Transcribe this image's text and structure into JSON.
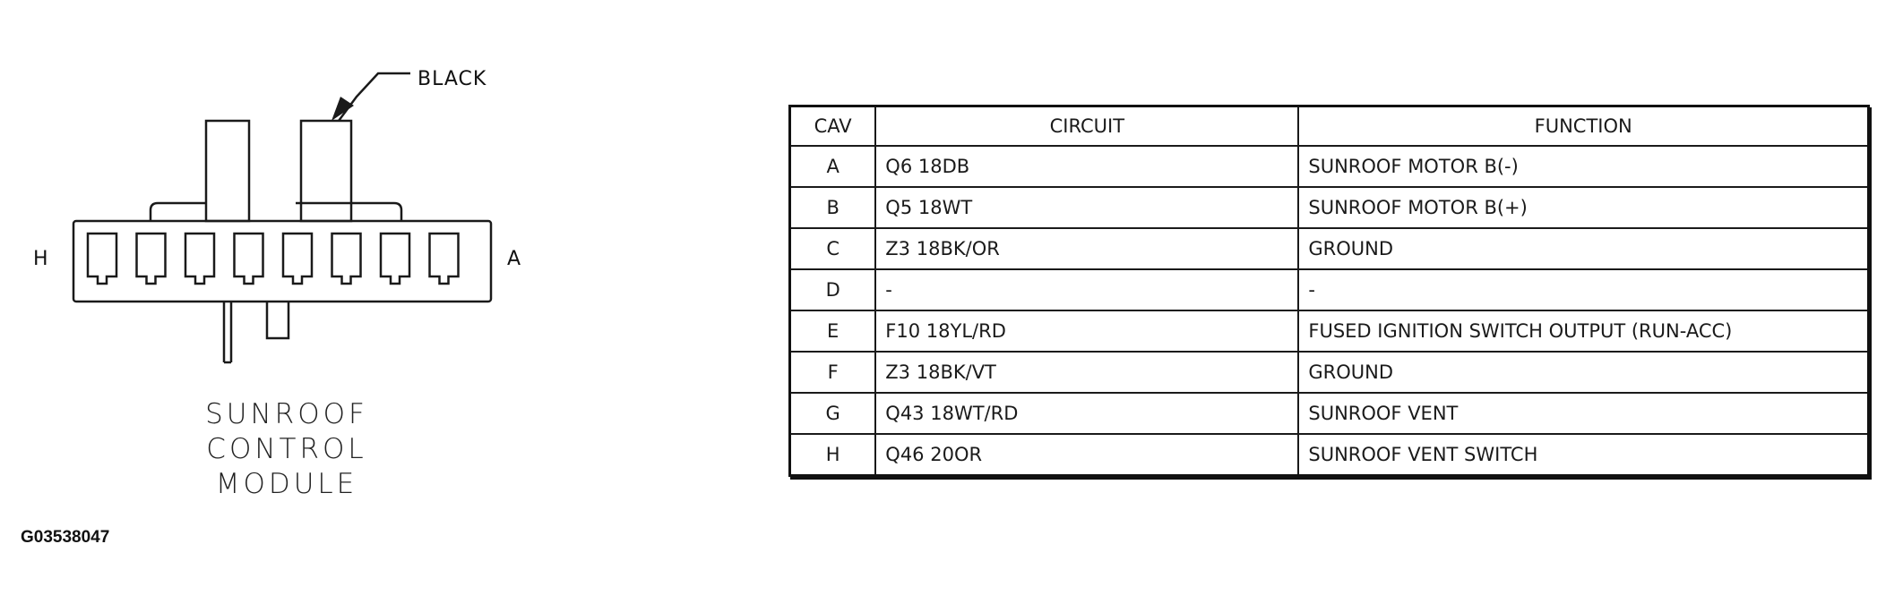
{
  "connector": {
    "wire_color_label": "BLACK",
    "left_end_label": "H",
    "right_end_label": "A",
    "cavity_count": 8
  },
  "module": {
    "name_lines": [
      "SUNROOF",
      "CONTROL",
      "MODULE"
    ]
  },
  "figure_id": "G03538047",
  "table": {
    "headers": {
      "cav": "CAV",
      "circuit": "CIRCUIT",
      "function": "FUNCTION"
    },
    "rows": [
      {
        "cav": "A",
        "circuit": "Q6  18DB",
        "function": "SUNROOF MOTOR B(-)"
      },
      {
        "cav": "B",
        "circuit": "Q5  18WT",
        "function": "SUNROOF MOTOR B(+)"
      },
      {
        "cav": "C",
        "circuit": "Z3  18BK/OR",
        "function": "GROUND"
      },
      {
        "cav": "D",
        "circuit": "-",
        "function": "-"
      },
      {
        "cav": "E",
        "circuit": "F10  18YL/RD",
        "function": "FUSED IGNITION SWITCH OUTPUT (RUN-ACC)"
      },
      {
        "cav": "F",
        "circuit": "Z3  18BK/VT",
        "function": "GROUND"
      },
      {
        "cav": "G",
        "circuit": "Q43  18WT/RD",
        "function": "SUNROOF VENT"
      },
      {
        "cav": "H",
        "circuit": "Q46  20OR",
        "function": "SUNROOF VENT SWITCH"
      }
    ]
  },
  "colors": {
    "line": "#1a1a1a",
    "background": "#ffffff"
  }
}
